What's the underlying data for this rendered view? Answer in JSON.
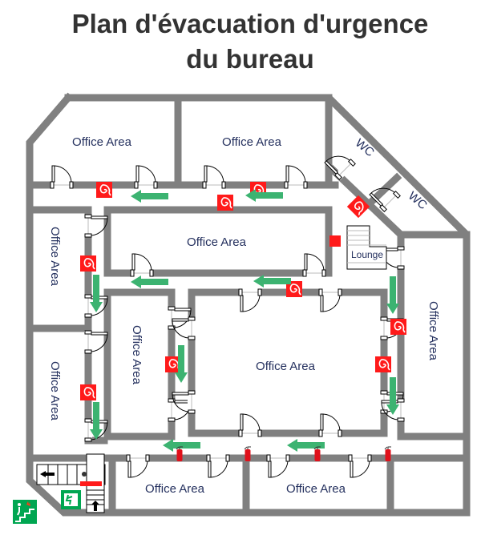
{
  "title": {
    "line1": "Plan d'évacuation d'urgence",
    "line2": "du bureau"
  },
  "rooms": {
    "office_top_left": "Office Area",
    "office_top_mid": "Office Area",
    "office_middle": "Office Area",
    "office_left_upper": "Office Area",
    "office_left_lower": "Office Area",
    "office_center_left": "Office Area",
    "office_center": "Office Area",
    "office_bottom_left": "Office Area",
    "office_bottom_mid": "Office Area",
    "office_right": "Office Area",
    "wc_1": "WC",
    "wc_2": "WC",
    "lounge": "Lounge"
  },
  "icons": {
    "hose_reel": "fire-hose-reel-icon",
    "extinguisher": "fire-extinguisher-icon",
    "arrow": "evacuation-arrow-icon",
    "exit": "emergency-exit-icon",
    "stairs_exit": "stairs-exit-icon"
  },
  "colors": {
    "wall": "#808080",
    "arrow": "#3cb371",
    "fire": "#ff1a1a",
    "exit_green": "#00a651",
    "text": "#24305e"
  }
}
